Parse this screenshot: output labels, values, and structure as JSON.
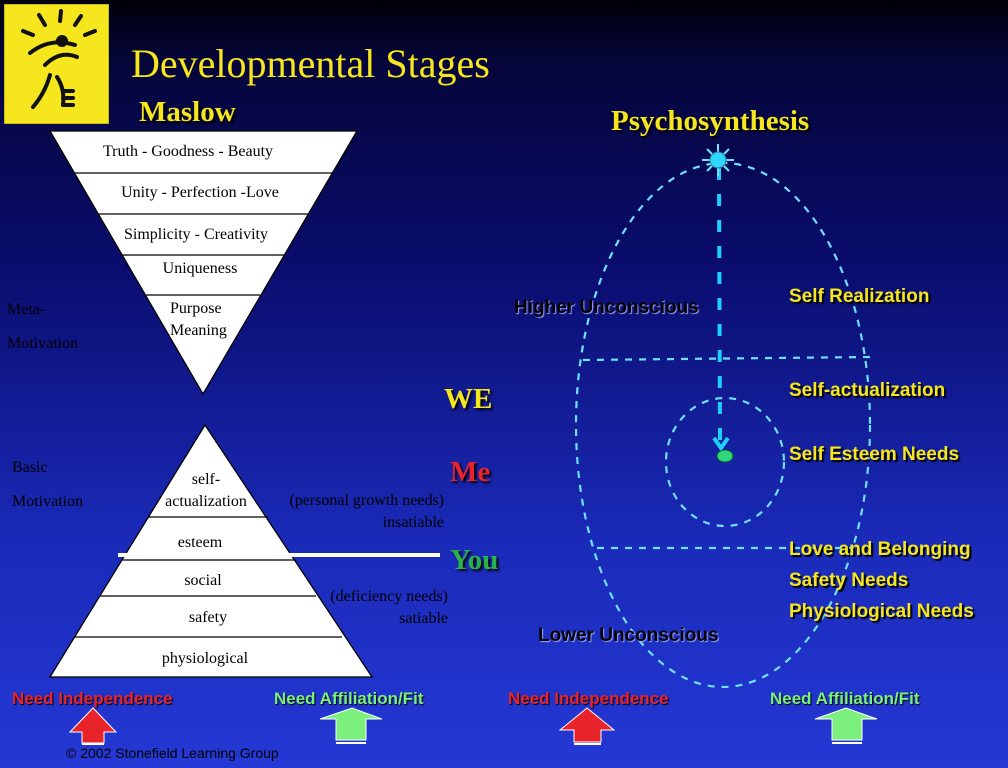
{
  "title": "Developmental Stages",
  "maslow": {
    "heading": "Maslow",
    "meta_levels": [
      "Truth - Goodness -  Beauty",
      "Unity - Perfection -Love",
      "Simplicity - Creativity",
      "Uniqueness",
      "Purpose\nMeaning"
    ],
    "meta_label": "Meta-\nMotivation",
    "basic_levels": [
      "self-\nactualization",
      "esteem",
      "social",
      "safety",
      "physiological"
    ],
    "basic_label": "Basic\nMotivation",
    "growth_note": "(personal growth needs)\ninsatiable",
    "deficiency_note": "(deficiency needs)\nsatiable"
  },
  "levels": {
    "we": "WE",
    "me": "Me",
    "you": "You",
    "colors": {
      "we": "#f5e61d",
      "me": "#e8232a",
      "you": "#27b24a"
    }
  },
  "psychosynthesis": {
    "heading": "Psychosynthesis",
    "higher": "Higher Unconscious",
    "lower": "Lower Unconscious",
    "needs": [
      "Self Realization",
      "Self-actualization",
      "Self Esteem Needs",
      "Love and Belonging",
      "Safety Needs",
      "Physiological Needs"
    ]
  },
  "bottom": {
    "need_independence": "Need Independence",
    "need_affiliation": "Need Affiliation/Fit",
    "independence_color": "#e8232a",
    "affiliation_color": "#7cf07c"
  },
  "copyright": "© 2002 Stonefield Learning Group"
}
